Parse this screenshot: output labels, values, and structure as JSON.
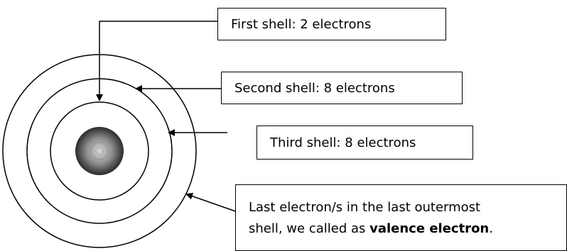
{
  "colors": {
    "line": "#000000",
    "background": "#ffffff",
    "nucleus_center": "#d9d9d9",
    "nucleus_edge": "#2a2a2a"
  },
  "labels": {
    "first_shell": "First shell: 2 electrons",
    "second_shell": "Second shell: 8 electrons",
    "third_shell": "Third shell: 8 electrons",
    "valence_line1": "Last electron/s in the last outermost",
    "valence_line2_prefix": "shell, we called as ",
    "valence_term": "valence electron",
    "valence_line2_suffix": "."
  }
}
